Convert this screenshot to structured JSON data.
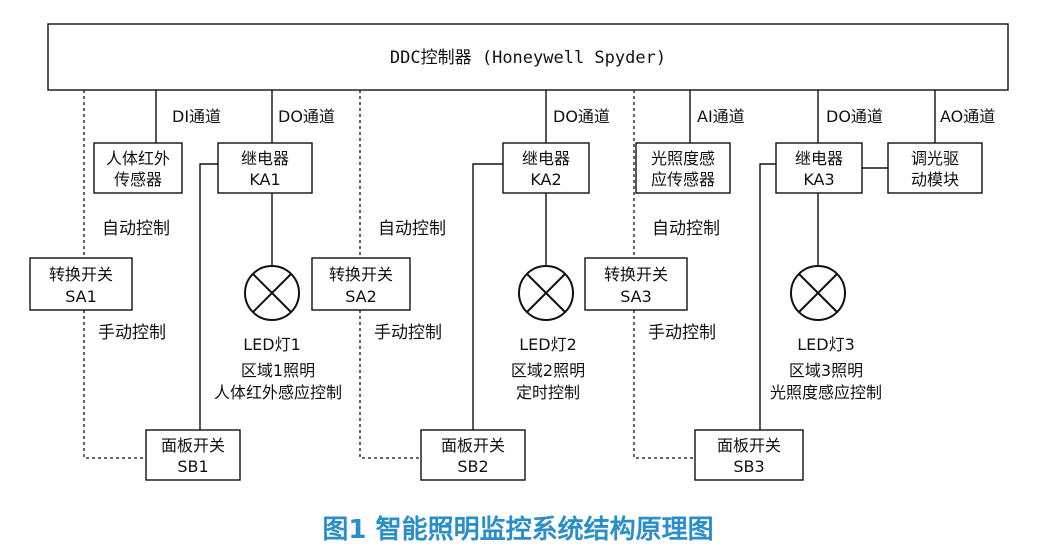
{
  "ddc": {
    "label": "DDC控制器 (Honeywell Spyder)"
  },
  "channels": {
    "di": "DI通道",
    "do1": "DO通道",
    "do2": "DO通道",
    "ai": "AI通道",
    "do3": "DO通道",
    "ao": "AO通道"
  },
  "zone1": {
    "sensor": [
      "人体红外",
      "传感器"
    ],
    "relay": [
      "继电器",
      "KA1"
    ],
    "switch": [
      "转换开关",
      "SA1"
    ],
    "auto": "自动控制",
    "manual": "手动控制",
    "lamp": "LED灯1",
    "desc": [
      "区域1照明",
      "人体红外感应控制"
    ],
    "panel": [
      "面板开关",
      "SB1"
    ]
  },
  "zone2": {
    "relay": [
      "继电器",
      "KA2"
    ],
    "switch": [
      "转换开关",
      "SA2"
    ],
    "auto": "自动控制",
    "manual": "手动控制",
    "lamp": "LED灯2",
    "desc": [
      "区域2照明",
      "定时控制"
    ],
    "panel": [
      "面板开关",
      "SB2"
    ]
  },
  "zone3": {
    "sensor": [
      "光照度感",
      "应传感器"
    ],
    "relay": [
      "继电器",
      "KA3"
    ],
    "dimmer": [
      "调光驱",
      "动模块"
    ],
    "switch": [
      "转换开关",
      "SA3"
    ],
    "auto": "自动控制",
    "manual": "手动控制",
    "lamp": "LED灯3",
    "desc": [
      "区域3照明",
      "光照度感应控制"
    ],
    "panel": [
      "面板开关",
      "SB3"
    ]
  },
  "caption": "图1 智能照明监控系统结构原理图",
  "colors": {
    "line": "#111111",
    "caption": "#2a8fc9"
  }
}
